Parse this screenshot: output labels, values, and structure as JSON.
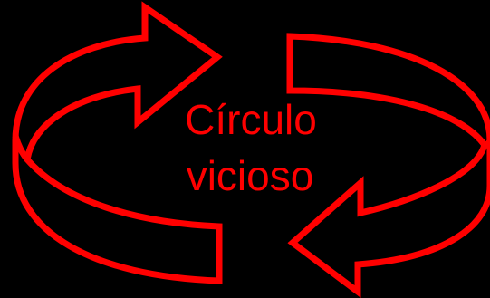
{
  "caption": {
    "line1": "Círculo",
    "line2": "vicioso"
  },
  "colors": {
    "background": "#000000",
    "arrow_stroke": "#ff0000",
    "text": "#ff0000"
  },
  "arrows": [
    {
      "name": "upper-left-curved-arrow",
      "direction": "clockwise"
    },
    {
      "name": "lower-right-curved-arrow",
      "direction": "clockwise"
    }
  ]
}
